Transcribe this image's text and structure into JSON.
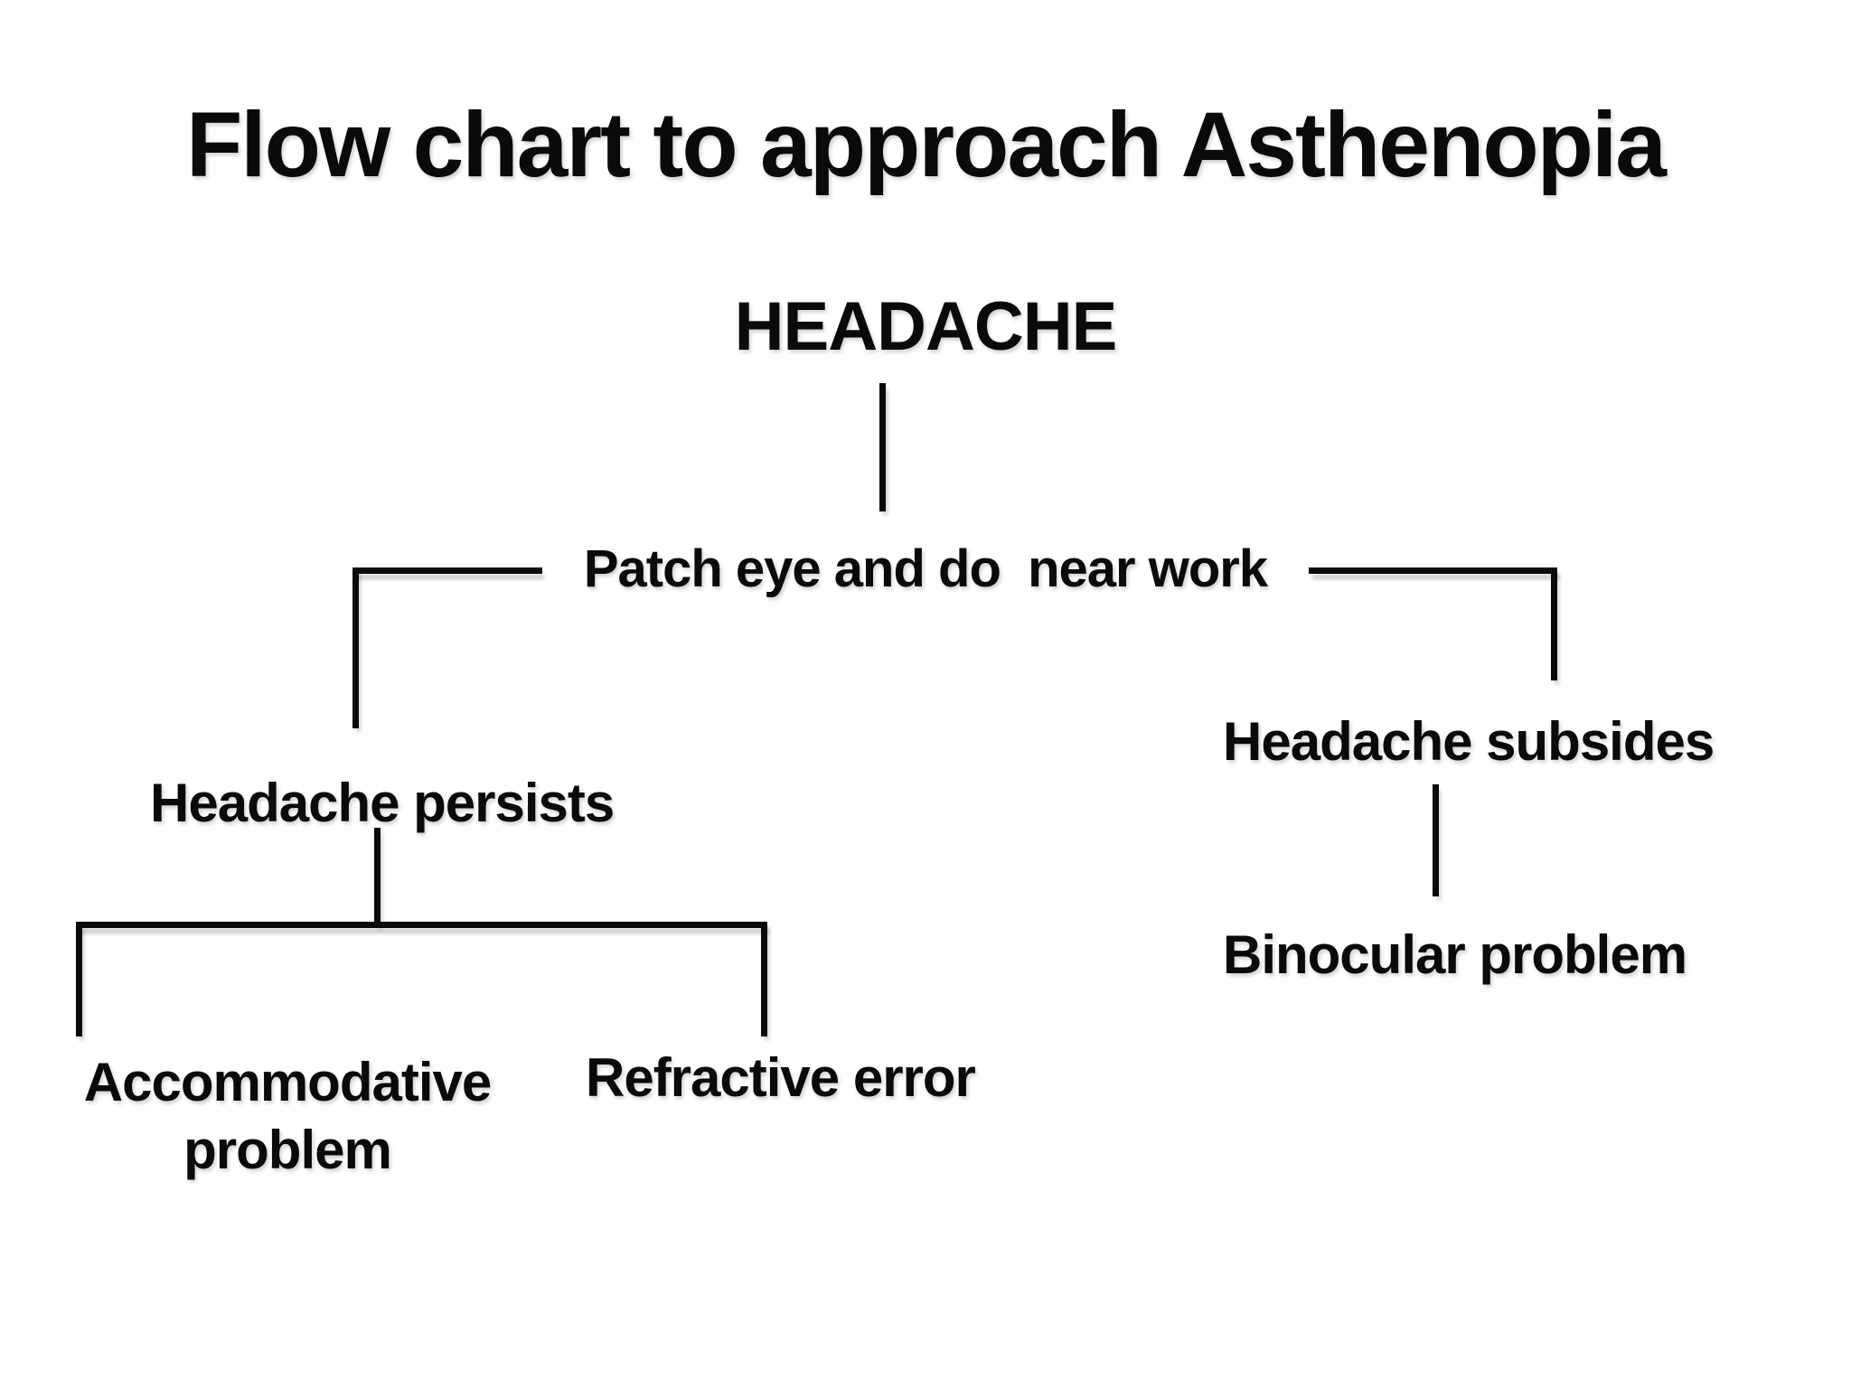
{
  "title": "Flow chart to approach Asthenopia",
  "nodes": {
    "headache": "HEADACHE",
    "patch": "Patch eye and do  near work",
    "persists": "Headache persists",
    "subsides": "Headache subsides",
    "accommodative": "Accommodative problem",
    "refractive": "Refractive error",
    "binocular": "Binocular problem"
  },
  "edges": [
    {
      "from": "headache",
      "to": "patch"
    },
    {
      "from": "patch",
      "to": "persists"
    },
    {
      "from": "patch",
      "to": "subsides"
    },
    {
      "from": "persists",
      "to": "accommodative"
    },
    {
      "from": "persists",
      "to": "refractive"
    },
    {
      "from": "subsides",
      "to": "binocular"
    }
  ],
  "colors": {
    "background": "#ffffff",
    "ink": "#0a0a0a",
    "line_shadow": "rgba(0,0,0,0.2)"
  }
}
